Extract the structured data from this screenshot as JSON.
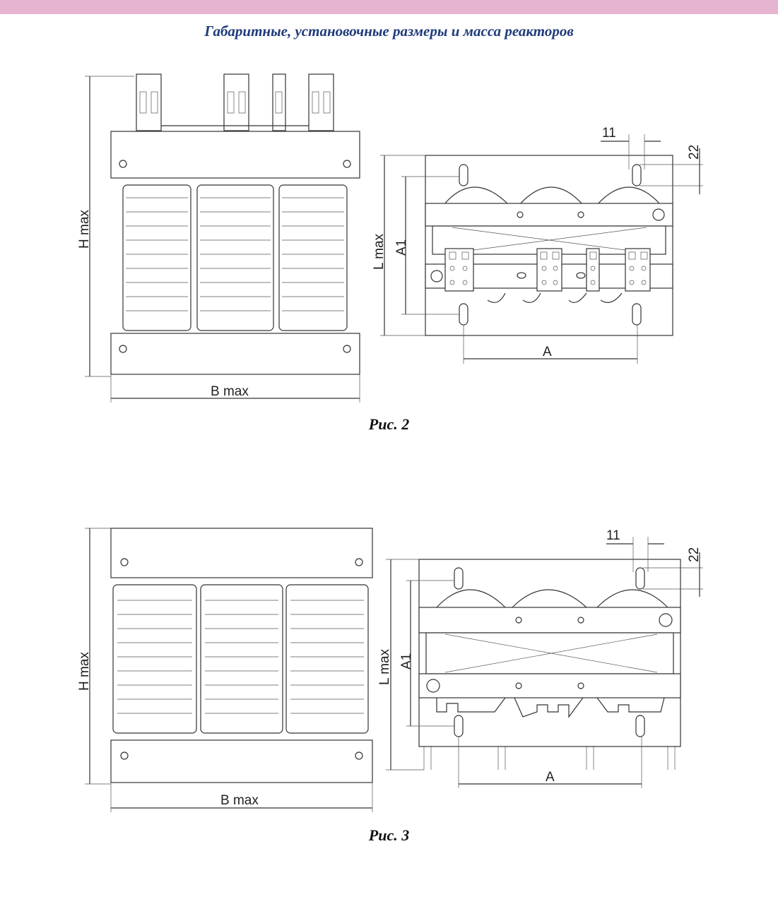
{
  "header": {
    "title": "Габаритные, установочные размеры и масса реакторов"
  },
  "figures": [
    {
      "caption": "Рис. 2",
      "labels": {
        "h": "H max",
        "b": "B max",
        "l": "L max",
        "a1": "A1",
        "a": "A",
        "d11": "11",
        "d22": "22"
      }
    },
    {
      "caption": "Рис. 3",
      "labels": {
        "h": "H max",
        "b": "B max",
        "l": "L max",
        "a1": "A1",
        "a": "A",
        "d11": "11",
        "d22": "22"
      }
    }
  ],
  "colors": {
    "band": "#e6b3d0",
    "title": "#1f3b7a",
    "line": "#333333"
  }
}
